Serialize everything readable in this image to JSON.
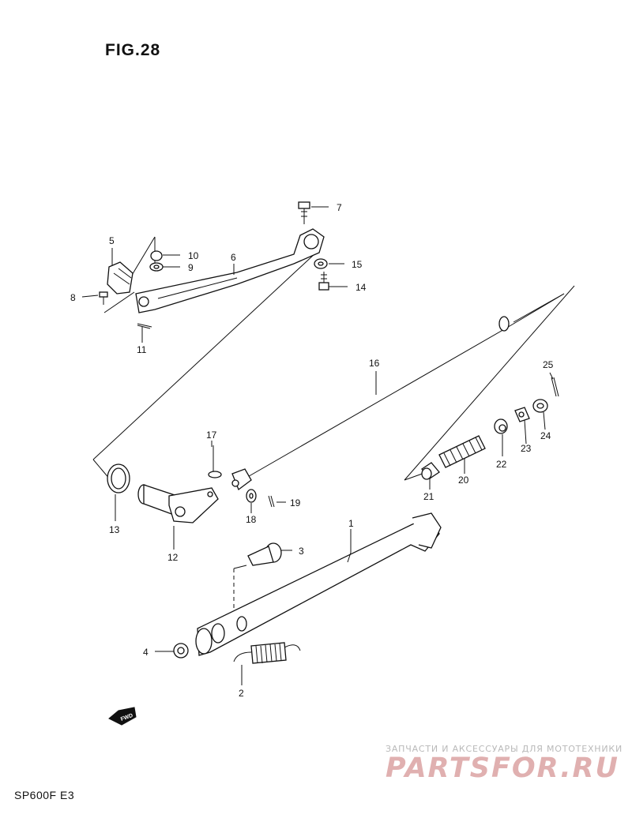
{
  "figure": {
    "title": "FIG.28",
    "model": "SP600F  E3"
  },
  "watermark": {
    "tagline": "ЗАПЧАСТИ И АКСЕССУАРЫ ДЛЯ МОТОТЕХНИКИ",
    "logo": "PARTSFOR.RU"
  },
  "fwd_badge": "FWD",
  "callouts": {
    "c1": "1",
    "c2": "2",
    "c3": "3",
    "c4": "4",
    "c5": "5",
    "c6": "6",
    "c7": "7",
    "c8": "8",
    "c9": "9",
    "c10": "10",
    "c11": "11",
    "c12": "12",
    "c13": "13",
    "c14": "14",
    "c15": "15",
    "c16": "16",
    "c17": "17",
    "c18": "18",
    "c19": "19",
    "c20": "20",
    "c21": "21",
    "c22": "22",
    "c23": "23",
    "c24": "24",
    "c25": "25"
  },
  "colors": {
    "ink": "#111111",
    "watermark_logo": "#e0b0b0",
    "watermark_text": "#b9b9b9"
  }
}
